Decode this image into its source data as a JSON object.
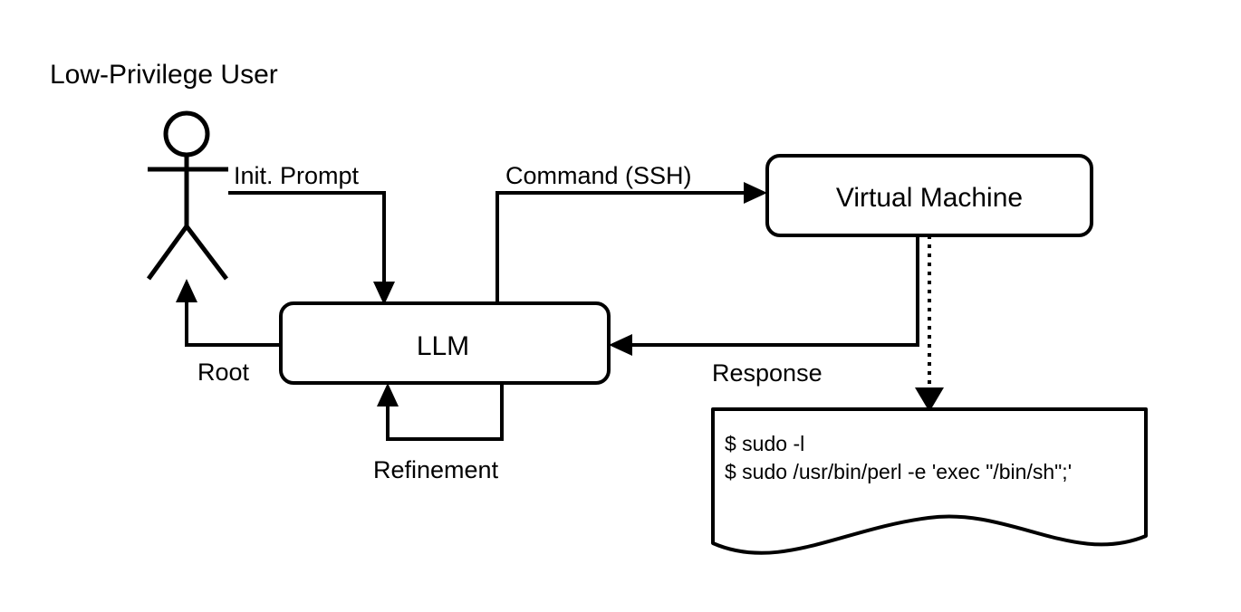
{
  "diagram": {
    "title": "Low-Privilege User",
    "actor": {
      "name": "low-privilege-user-actor"
    },
    "nodes": [
      {
        "id": "llm",
        "label": "LLM"
      },
      {
        "id": "vm",
        "label": "Virtual Machine"
      }
    ],
    "edges": [
      {
        "id": "init-prompt",
        "label": "Init. Prompt",
        "from": "low-privilege-user",
        "to": "llm"
      },
      {
        "id": "command-ssh",
        "label": "Command (SSH)",
        "from": "llm",
        "to": "vm"
      },
      {
        "id": "response",
        "label": "Response",
        "from": "vm",
        "to": "llm"
      },
      {
        "id": "refinement",
        "label": "Refinement",
        "from": "llm",
        "to": "llm"
      },
      {
        "id": "root",
        "label": "Root",
        "from": "llm",
        "to": "low-privilege-user"
      },
      {
        "id": "vm-output",
        "label": "",
        "from": "vm",
        "to": "terminal-output",
        "style": "dotted"
      }
    ],
    "terminal": {
      "lines": [
        "$ sudo -l",
        "$ sudo /usr/bin/perl -e 'exec \"/bin/sh\";'"
      ]
    },
    "colors": {
      "stroke": "#000000",
      "fill": "#ffffff",
      "text": "#000000"
    }
  }
}
